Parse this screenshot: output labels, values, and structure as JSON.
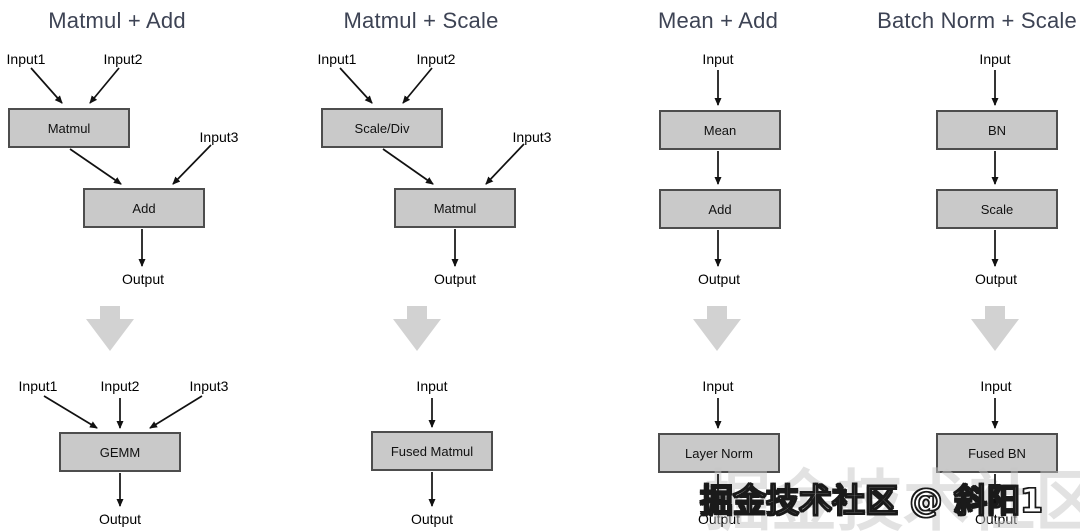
{
  "colors": {
    "background": "#ffffff",
    "title_text": "#3d4354",
    "box_fill": "#c9c9c9",
    "box_border": "#4d4d4d",
    "arrow": "#111111",
    "big_arrow": "#d2d2d2",
    "watermark_fill": "#ffffff",
    "watermark_outline": "#1a1a1a"
  },
  "columns": [
    {
      "title": "Matmul + Add",
      "top": {
        "inputs": [
          "Input1",
          "Input2",
          "Input3"
        ],
        "op1": "Matmul",
        "op2": "Add",
        "output": "Output"
      },
      "bottom": {
        "inputs": [
          "Input1",
          "Input2",
          "Input3"
        ],
        "op": "GEMM",
        "output": "Output"
      }
    },
    {
      "title": "Matmul + Scale",
      "top": {
        "inputs": [
          "Input1",
          "Input2",
          "Input3"
        ],
        "op1": "Scale/Div",
        "op2": "Matmul",
        "output": "Output"
      },
      "bottom": {
        "inputs": [
          "Input"
        ],
        "op": "Fused Matmul",
        "output": "Output"
      }
    },
    {
      "title": "Mean + Add",
      "top": {
        "inputs": [
          "Input"
        ],
        "op1": "Mean",
        "op2": "Add",
        "output": "Output"
      },
      "bottom": {
        "inputs": [
          "Input"
        ],
        "op": "Layer Norm",
        "output": "Output"
      }
    },
    {
      "title": "Batch Norm + Scale",
      "top": {
        "inputs": [
          "Input"
        ],
        "op1": "BN",
        "op2": "Scale",
        "output": "Output"
      },
      "bottom": {
        "inputs": [
          "Input"
        ],
        "op": "Fused BN",
        "output": "Output"
      }
    }
  ],
  "watermark": {
    "text": "掘金技术社区 @ 斜阳1"
  }
}
